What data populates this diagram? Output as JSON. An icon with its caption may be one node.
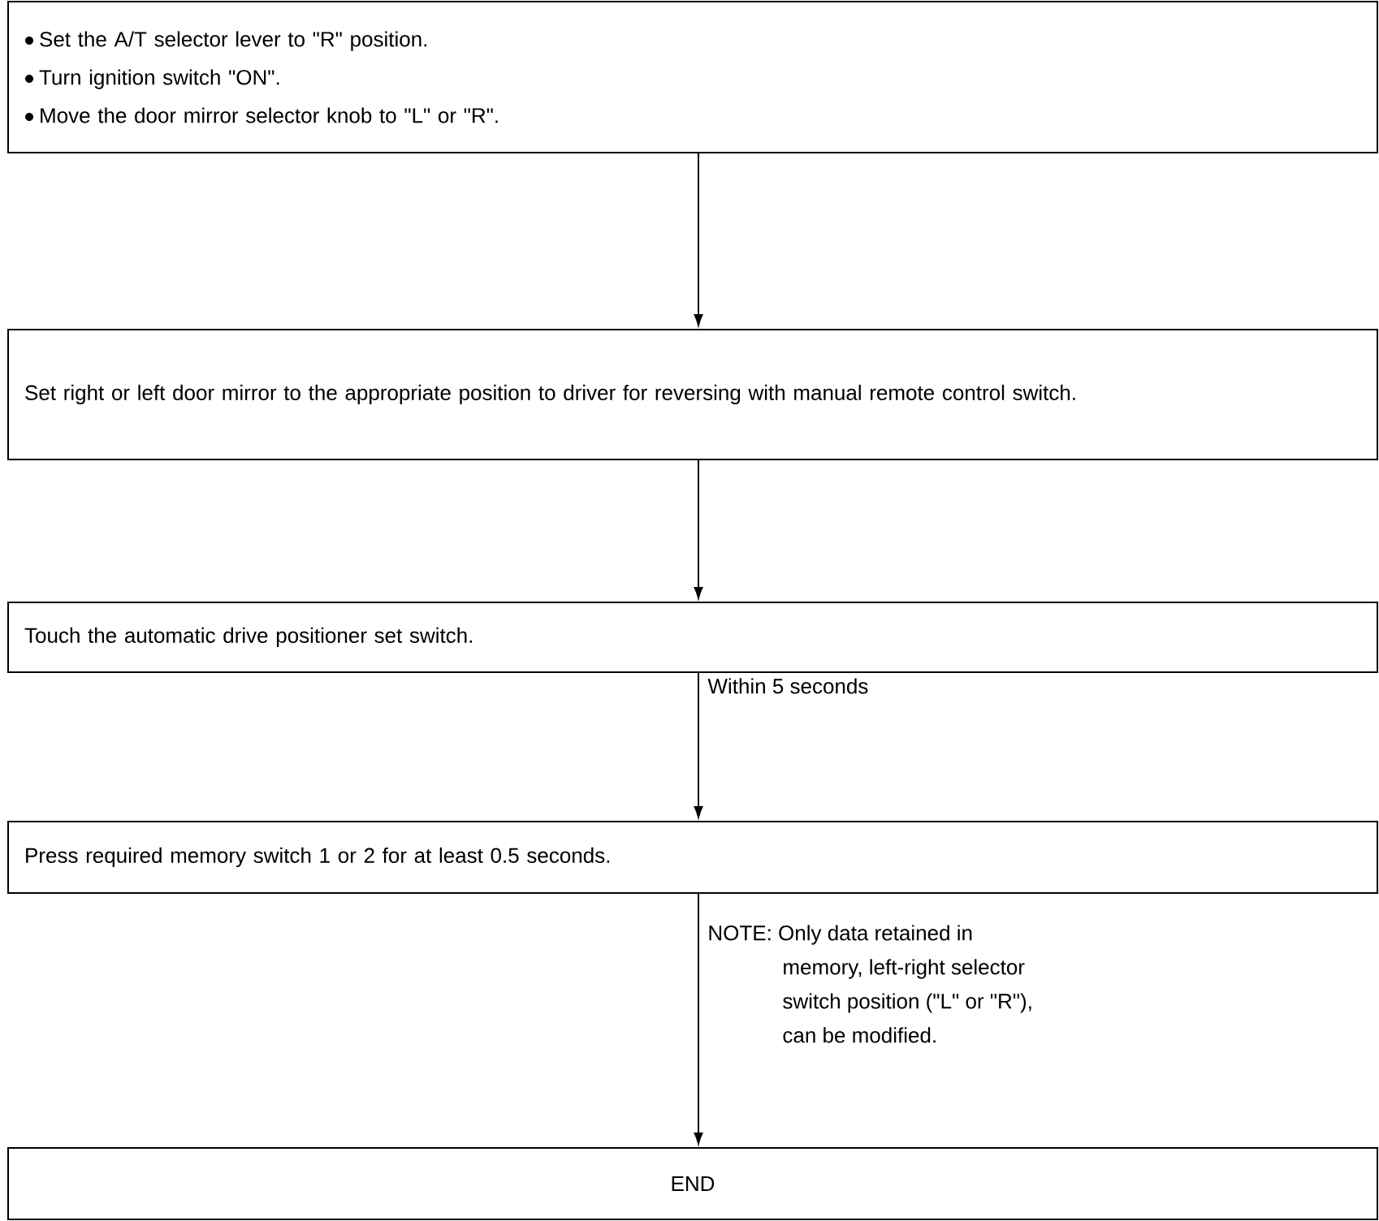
{
  "diagram": {
    "nodes": [
      {
        "text": [
          "Set the A/T selector lever to \"R\" position.",
          "Turn ignition switch \"ON\".",
          "Move the door mirror selector knob to \"L\" or \"R\"."
        ]
      },
      {
        "text": [
          "Set right or left door mirror to the appropriate position to driver for reversing with manual remote control switch."
        ]
      },
      {
        "text": [
          "Touch the automatic drive positioner set switch."
        ]
      },
      {
        "text": [
          "Press required memory switch 1 or 2 for at least 0.5 seconds."
        ]
      },
      {
        "text": [
          "END"
        ]
      }
    ],
    "edges": [
      {
        "from": 0,
        "to": 1,
        "arrow": "to"
      },
      {
        "from": 1,
        "to": 2,
        "arrow": "to"
      },
      {
        "from": 2,
        "to": 3,
        "arrow": "to",
        "label": "Within 5 seconds"
      },
      {
        "from": 3,
        "to": 4,
        "arrow": "to",
        "label": "NOTE: Only data retained in memory, left-right selector switch position (\"L\" or \"R\"), can be modified."
      }
    ]
  }
}
